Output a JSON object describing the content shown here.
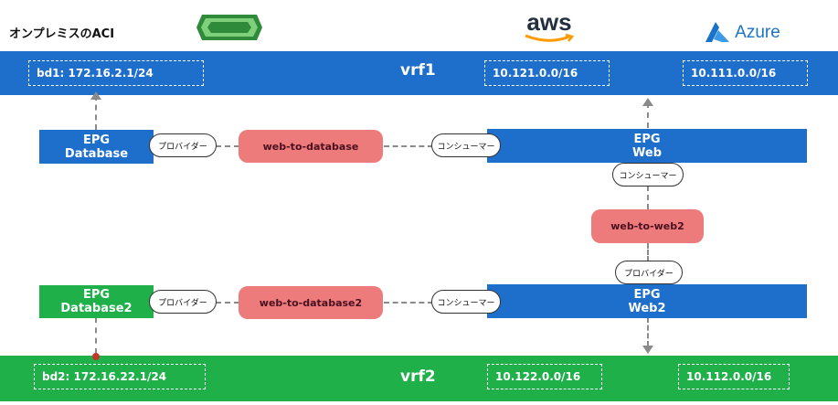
{
  "title": "オンプレミスのACI",
  "logos": {
    "vmware": {
      "icon": "vmware-logo-icon"
    },
    "aws": {
      "text": "aws",
      "icon": "aws-logo-icon"
    },
    "azure": {
      "text": "Azure",
      "icon": "azure-logo-icon"
    }
  },
  "vrf1": {
    "label": "vrf1",
    "bd": "bd1: 172.16.2.1/24",
    "aws_cidr": "10.121.0.0/16",
    "azure_cidr": "10.111.0.0/16"
  },
  "vrf2": {
    "label": "vrf2",
    "bd": "bd2: 172.16.22.1/24",
    "aws_cidr": "10.122.0.0/16",
    "azure_cidr": "10.112.0.0/16"
  },
  "epgs": {
    "database": {
      "line1": "EPG",
      "line2": "Database"
    },
    "database2": {
      "line1": "EPG",
      "line2": "Database2"
    },
    "web": {
      "line1": "EPG",
      "line2": "Web"
    },
    "web2": {
      "line1": "EPG",
      "line2": "Web2"
    }
  },
  "roles": {
    "provider": "プロバイダー",
    "consumer": "コンシューマー"
  },
  "contracts": {
    "web_to_database": "web-to-database",
    "web_to_web2": "web-to-web2",
    "web_to_database2": "web-to-database2"
  },
  "colors": {
    "blue": "#1e6fcc",
    "green": "#1fb04a",
    "contract": "#ee7b7b"
  }
}
